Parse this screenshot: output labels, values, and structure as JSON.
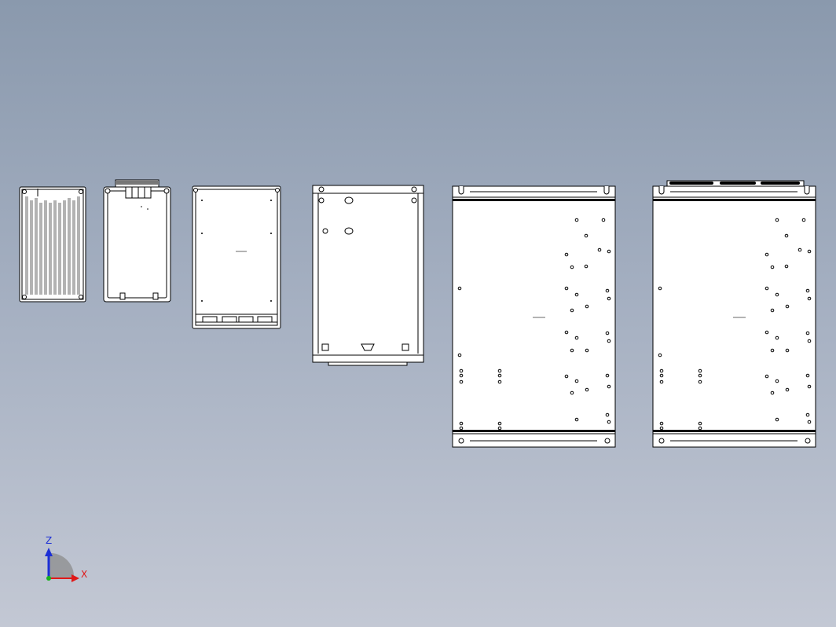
{
  "scene": {
    "background_top": "#8a99ad",
    "background_bottom": "#c3c8d4",
    "line_color": "#000000",
    "fill_color": "#ffffff"
  },
  "views": [
    {
      "name": "heatsink-side-view",
      "kind": "finned heatsink"
    },
    {
      "name": "fan-side-view",
      "kind": "enclosure with fan housing"
    },
    {
      "name": "front-view",
      "kind": "plain enclosure"
    },
    {
      "name": "mounting-plate-view",
      "kind": "mounting plate"
    },
    {
      "name": "mounting-panel-view-1",
      "kind": "large drilled panel"
    },
    {
      "name": "mounting-panel-view-2",
      "kind": "large drilled panel with fans"
    }
  ],
  "triad": {
    "z_label": "Z",
    "x_label": "X",
    "z_color": "#1c2fd6",
    "x_color": "#e01818",
    "y_color": "#19b21c"
  }
}
